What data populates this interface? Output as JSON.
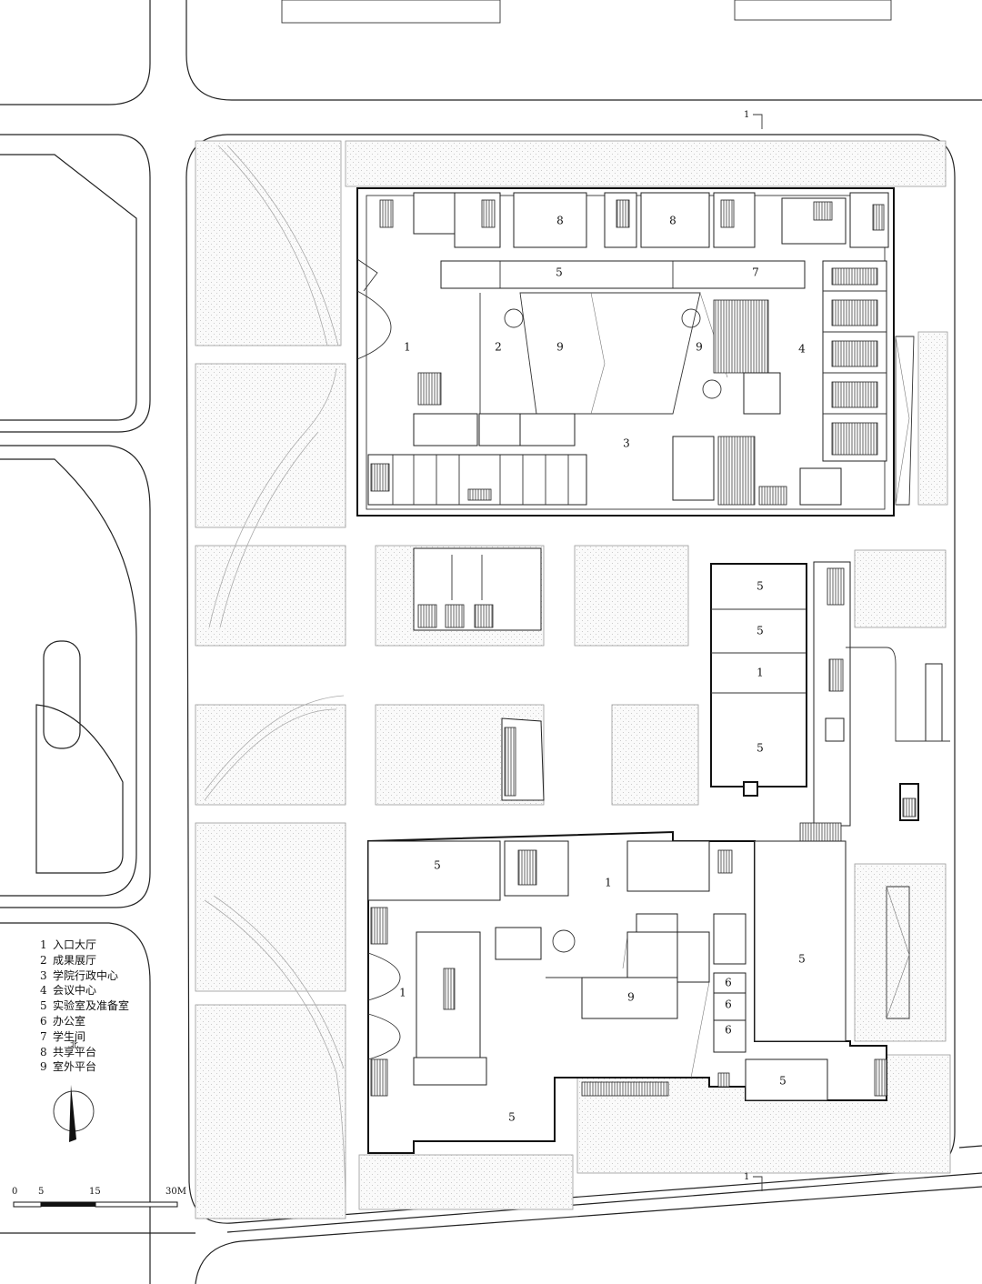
{
  "legend": [
    {
      "num": "1",
      "label": "入口大厅"
    },
    {
      "num": "2",
      "label": "成果展厅"
    },
    {
      "num": "3",
      "label": "学院行政中心"
    },
    {
      "num": "4",
      "label": "会议中心"
    },
    {
      "num": "5",
      "label": "实验室及准备室"
    },
    {
      "num": "6",
      "label": "办公室"
    },
    {
      "num": "7",
      "label": "学生间"
    },
    {
      "num": "8",
      "label": "共享平台"
    },
    {
      "num": "9",
      "label": "室外平台"
    }
  ],
  "room_labels": {
    "n_8a": "8",
    "n_8b": "8",
    "n_5": "5",
    "n_7": "7",
    "n_1": "1",
    "n_2": "2",
    "n_9a": "9",
    "n_9b": "9",
    "n_4": "4",
    "n_3": "3",
    "e_5a": "5",
    "e_5b": "5",
    "e_1": "1",
    "e_5c": "5",
    "s_5a": "5",
    "s_1a": "1",
    "s_1b": "1",
    "s_9": "9",
    "s_5b": "5",
    "s_6a": "6",
    "s_6b": "6",
    "s_6c": "6",
    "s_5c": "5",
    "s_5d": "5"
  },
  "scale_bar": {
    "ticks": [
      "0",
      "5",
      "15",
      "30M"
    ]
  },
  "north": {
    "label": "北"
  },
  "section_marks": {
    "top": "1",
    "bottom": "1"
  }
}
